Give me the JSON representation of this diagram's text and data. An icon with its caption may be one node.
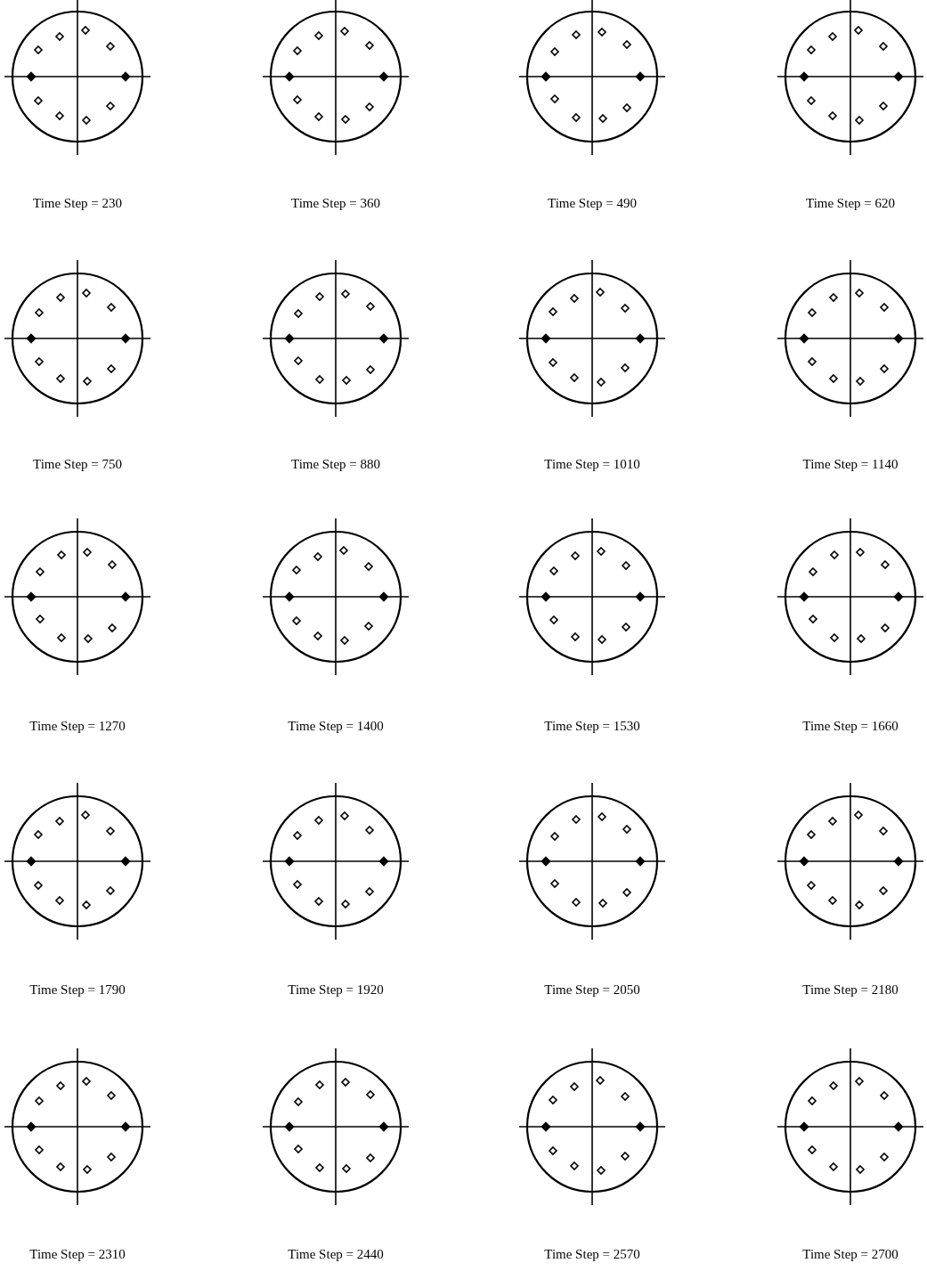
{
  "diagram": {
    "labels": [
      "Time Step = 230",
      "Time Step = 360",
      "Time Step = 490",
      "Time Step = 620",
      "Time Step = 750",
      "Time Step = 880",
      "Time Step = 1010",
      "Time Step = 1140",
      "Time Step = 1270",
      "Time Step = 1400",
      "Time Step = 1530",
      "Time Step = 1660",
      "Time Step = 1790",
      "Time Step = 1920",
      "Time Step = 2050",
      "Time Step = 2180",
      "Time Step = 2310",
      "Time Step = 2440",
      "Time Step = 2570",
      "Time Step = 2700"
    ]
  }
}
